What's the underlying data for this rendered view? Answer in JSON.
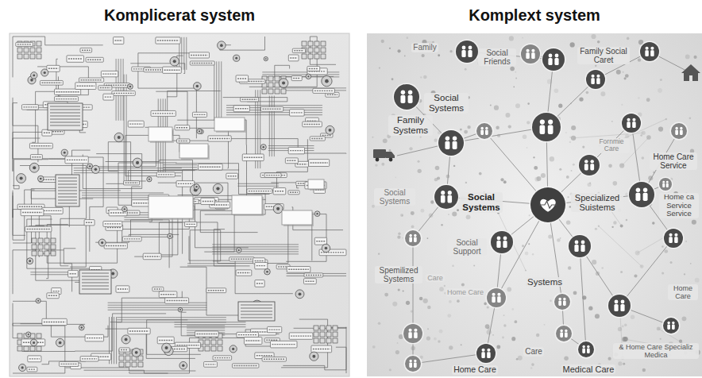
{
  "diagram": {
    "nodes": [
      {
        "text": [
          "Komplicerat system"
        ]
      },
      {
        "text": [
          "Komplext system"
        ]
      }
    ],
    "labels": [
      "Family",
      "Social Friends",
      "Family Social Caret",
      "Social Systems",
      "Family Systems",
      "Fornmie Care",
      "Home Care Service",
      "Social Systems",
      "Social Systems",
      "Specialized Suistems",
      "Home ca Service Service",
      "Social Support",
      "Spemilized Systems",
      "Care",
      "Home Care",
      "Systems",
      "Home Care",
      "& Home Care Specializ Medica",
      "Care",
      "Home Care",
      "Medical Care"
    ]
  }
}
